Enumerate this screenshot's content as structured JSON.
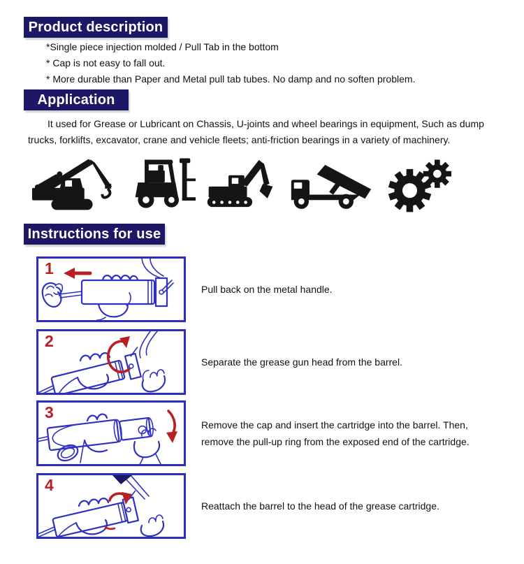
{
  "colors": {
    "banner_bg": "#1d1865",
    "banner_text": "#ffffff",
    "body_text": "#111111",
    "step_box_border": "#2b2fc0",
    "line_art_blue": "#2e31c2",
    "accent_red": "#b92025",
    "machinery_icon": "#151515",
    "page_bg": "#ffffff"
  },
  "sections": {
    "product_description": {
      "title": "Product description",
      "bullets": [
        "*Single piece injection molded / Pull Tab in the bottom",
        "* Cap is not easy to fall out.",
        "* More durable than Paper and Metal pull tab tubes. No damp and no soften problem."
      ]
    },
    "application": {
      "title": "Application",
      "paragraph": "It used for Grease or Lubricant on Chassis, U-joints and wheel bearings in equipment, Such as dump trucks, forklifts, excavator, crane and vehicle fleets; anti-friction bearings in a variety of machinery.",
      "machinery_icons": [
        "crane-icon",
        "forklift-icon",
        "excavator-icon",
        "dump-truck-icon",
        "gears-icon"
      ]
    },
    "instructions": {
      "title": "Instructions for use",
      "steps": [
        {
          "number": "1",
          "caption": "Pull back on the metal handle."
        },
        {
          "number": "2",
          "caption": "Separate the grease gun head from the barrel."
        },
        {
          "number": "3",
          "caption": "Remove the cap and insert the cartridge into the barrel. Then, remove the pull-up ring from the exposed end of the cartridge."
        },
        {
          "number": "4",
          "caption": "Reattach the barrel to the head of the grease cartridge."
        }
      ]
    }
  }
}
